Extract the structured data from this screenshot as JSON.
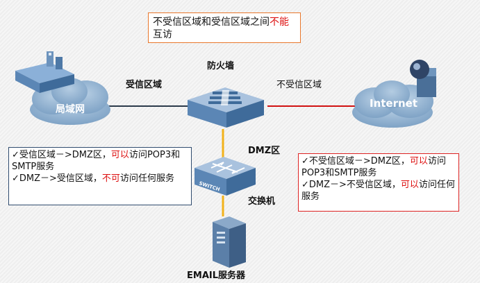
{
  "title": {
    "part1": "不受信区域和受信区域之间",
    "red1": "不",
    "red2": "能",
    "part2": "互访"
  },
  "labels": {
    "firewall": "防火墙",
    "trusted": "受信区域",
    "untrusted": "不受信区域",
    "dmz": "DMZ区",
    "switch": "交换机",
    "server": "EMAIL服务器",
    "lan": "局域网",
    "internet": "Internet",
    "switch_text": "SWITCH"
  },
  "left_note": {
    "line1_a": "✓受信区域－>DMZ区，",
    "line1_red": "可以",
    "line1_b": "访问POP3和SMTP服务",
    "line2_a": "✓DMZ－>受信区域，",
    "line2_red": "不可",
    "line2_b": "访问任何服务"
  },
  "right_note": {
    "line1_a": "✓不受信区域－>DMZ区，",
    "line1_red": "可以",
    "line1_b": "访问POP3和SMTP服务",
    "line2_a": "✓DMZ－>不受信区域，",
    "line2_red": "可以",
    "line2_b": "访问任何服务"
  },
  "colors": {
    "trusted_link": "#2b3a4a",
    "untrusted_link": "#d11111",
    "dmz_link": "#f2b21b",
    "cloud": "#8fb0cf",
    "device": "#5b86b5"
  }
}
